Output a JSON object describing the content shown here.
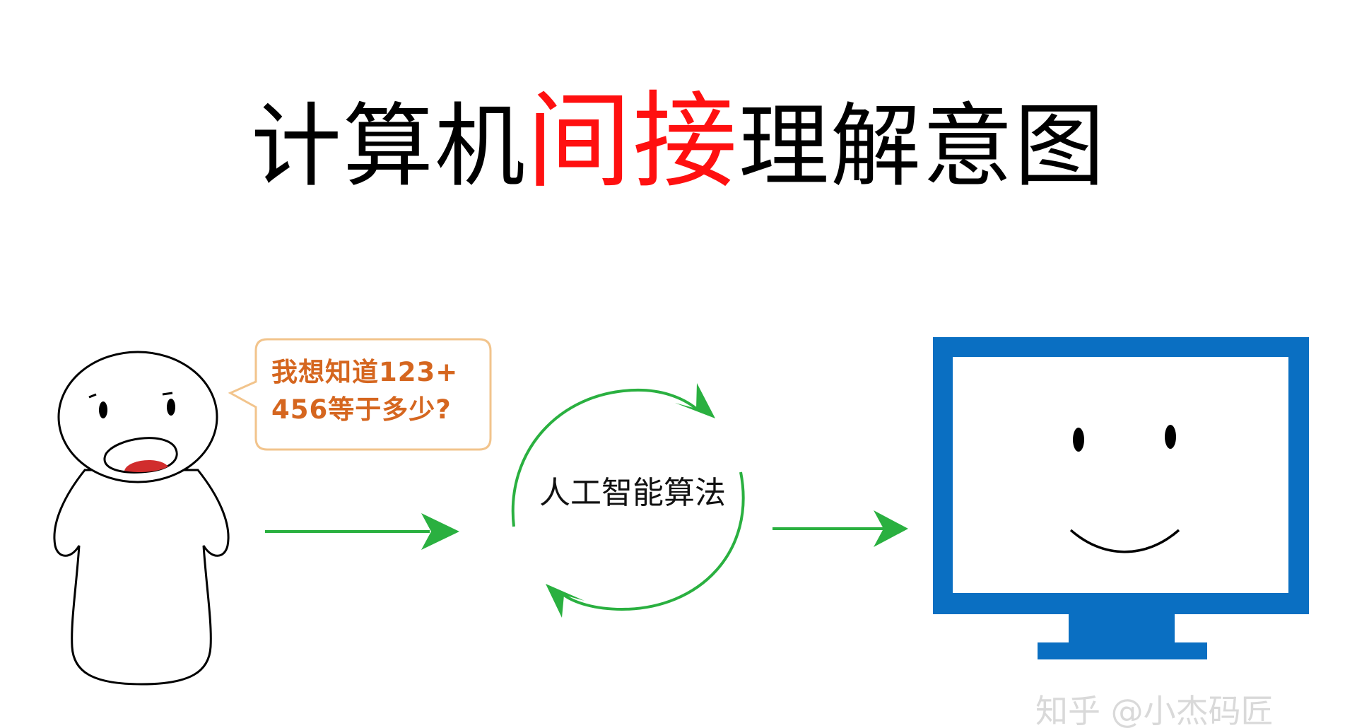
{
  "title": {
    "part1": "计算机",
    "accent": "间接",
    "part2": "理解意图",
    "accent_color": "#ff1010"
  },
  "speech_bubble": {
    "line1": "我想知道123+",
    "line2": "456等于多少?",
    "text_color": "#d5661f",
    "border_color": "#f2c48c"
  },
  "cycle": {
    "label": "人工智能算法",
    "arrow_color": "#2ab040"
  },
  "monitor": {
    "frame_color": "#0a6fc2"
  },
  "watermark": {
    "text": "知乎 @小杰码匠"
  }
}
